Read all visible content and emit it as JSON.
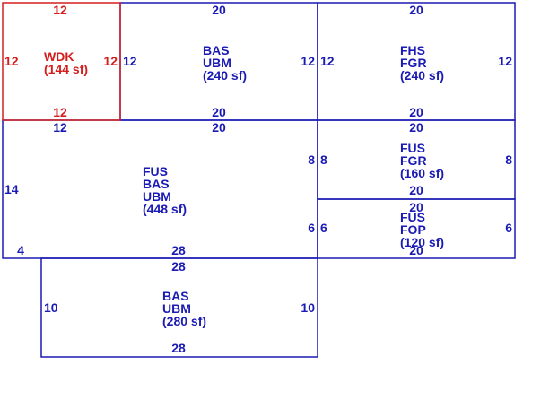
{
  "colors": {
    "default": "#1a1ab4",
    "highlight": "#d41e1e"
  },
  "areas": [
    {
      "id": "wdk",
      "lines": [
        "WDK",
        "(144 sf)"
      ],
      "color": "highlight",
      "dims": {
        "top": "12",
        "bottom": "12",
        "left": "12",
        "right": "12"
      }
    },
    {
      "id": "bas-ubm-240",
      "lines": [
        "BAS",
        "UBM",
        "(240 sf)"
      ],
      "color": "default",
      "dims": {
        "top": "20",
        "bottom": "20",
        "left": "12",
        "right": "12"
      }
    },
    {
      "id": "fhs-fgr-240",
      "lines": [
        "FHS",
        "FGR",
        "(240 sf)"
      ],
      "color": "default",
      "dims": {
        "top": "20",
        "bottom": "20",
        "left": "12",
        "right": "12"
      }
    },
    {
      "id": "fus-bas-ubm-448",
      "lines": [
        "FUS",
        "BAS",
        "UBM",
        "(448 sf)"
      ],
      "color": "default",
      "dims": {
        "top_left": "12",
        "top_right": "20",
        "left": "14",
        "right_upper": "8",
        "right_lower": "6",
        "bottom_left": "4",
        "bottom": "28"
      }
    },
    {
      "id": "fus-fgr-160",
      "lines": [
        "FUS",
        "FGR",
        "(160 sf)"
      ],
      "color": "default",
      "dims": {
        "top": "20",
        "bottom": "20",
        "left": "8",
        "right": "8"
      }
    },
    {
      "id": "fus-fop-120",
      "lines": [
        "FUS",
        "FOP",
        "(120 sf)"
      ],
      "color": "default",
      "dims": {
        "top": "20",
        "bottom": "20",
        "left": "6",
        "right": "6"
      }
    },
    {
      "id": "bas-ubm-280",
      "lines": [
        "BAS",
        "UBM",
        "(280 sf)"
      ],
      "color": "default",
      "dims": {
        "top": "28",
        "bottom": "28",
        "left": "10",
        "right": "10"
      }
    }
  ]
}
